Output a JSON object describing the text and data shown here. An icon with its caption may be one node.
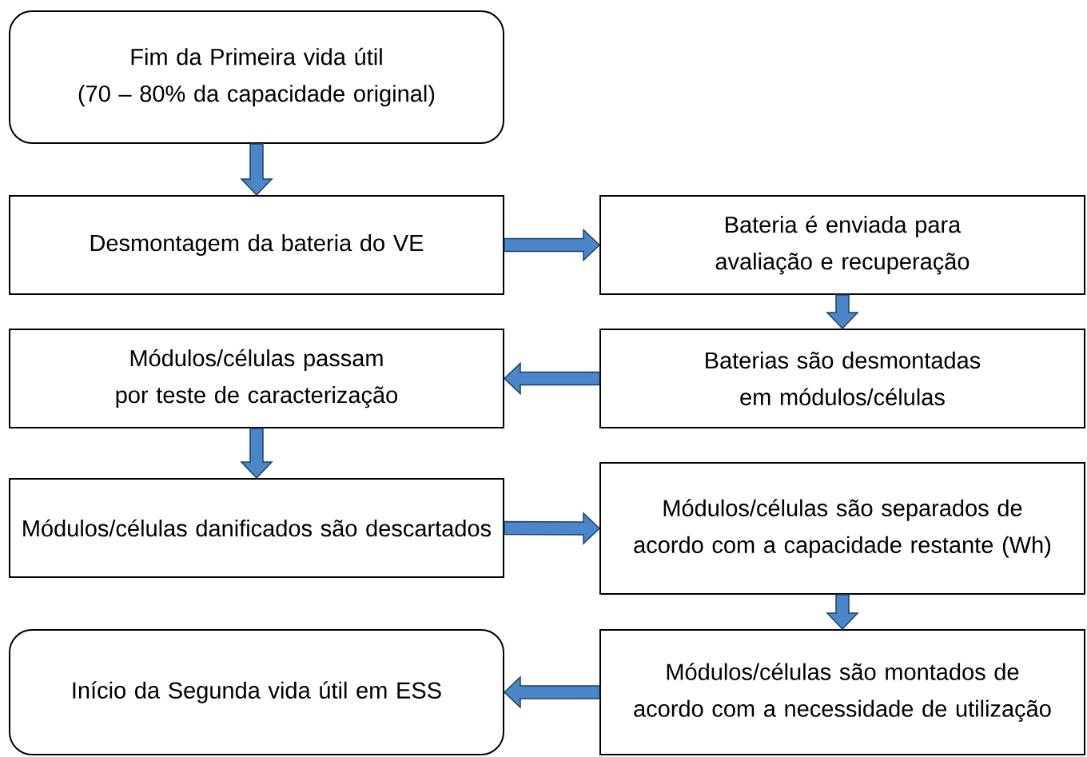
{
  "diagram": {
    "nodes": [
      {
        "text": [
          "Fim da Primeira vida útil",
          "(70 – 80% da capacidade original)"
        ]
      },
      {
        "text": [
          "Desmontagem da bateria do VE"
        ]
      },
      {
        "text": [
          "Bateria é enviada para avaliação e recuperação"
        ]
      },
      {
        "text": [
          "Baterias são desmontadas em módulos/células"
        ]
      },
      {
        "text": [
          "Módulos/células passam por teste de caracterização"
        ]
      },
      {
        "text": [
          "Módulos/células danificados são descartados"
        ]
      },
      {
        "text": [
          "Módulos/células são separados de acordo com a capacidade restante (Wh)"
        ]
      },
      {
        "text": [
          "Início da Segunda vida útil em ESS"
        ]
      },
      {
        "text": [
          "Módulos/células são montados de acordo com a necessidade de utilização"
        ]
      }
    ],
    "edges": [
      {
        "from": 0,
        "to": 1,
        "arrow": "to"
      },
      {
        "from": 1,
        "to": 2,
        "arrow": "to"
      },
      {
        "from": 2,
        "to": 3,
        "arrow": "to"
      },
      {
        "from": 3,
        "to": 4,
        "arrow": "to"
      },
      {
        "from": 4,
        "to": 5,
        "arrow": "to"
      },
      {
        "from": 5,
        "to": 6,
        "arrow": "to"
      },
      {
        "from": 6,
        "to": 8,
        "arrow": "to"
      },
      {
        "from": 8,
        "to": 7,
        "arrow": "to"
      }
    ]
  }
}
